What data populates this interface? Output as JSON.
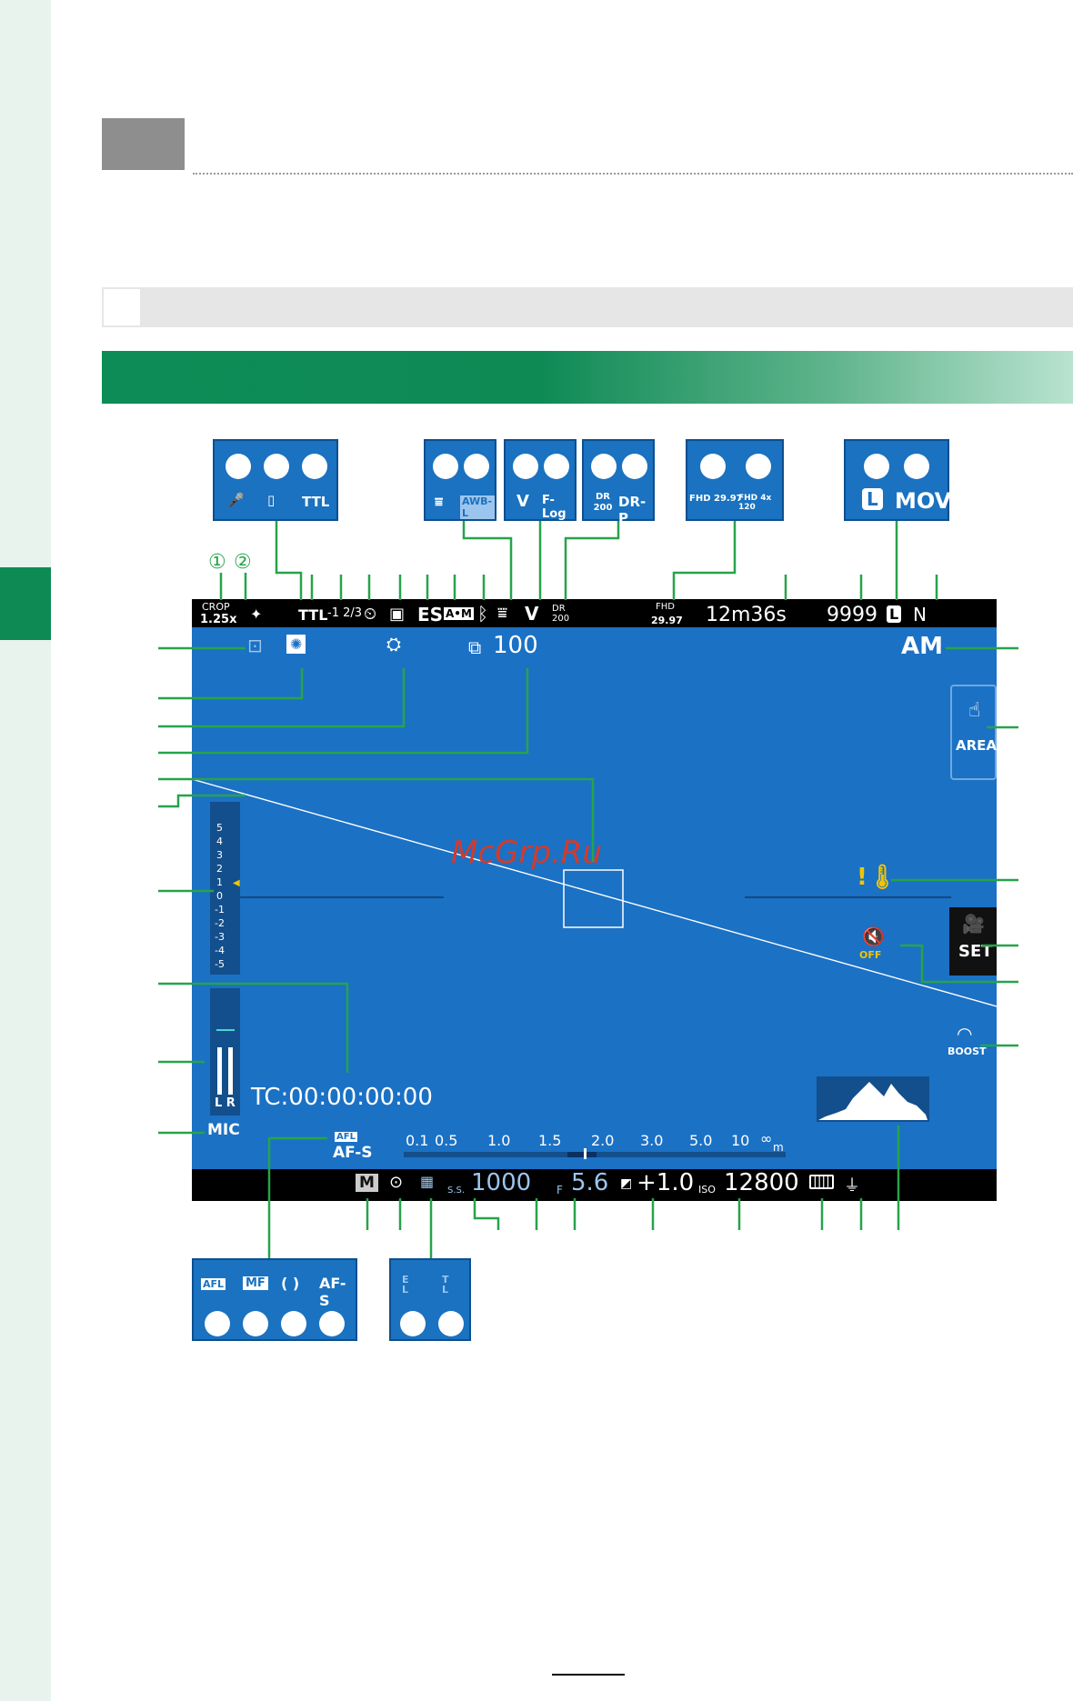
{
  "watermark": "McGrp.Ru",
  "callouts_top": [
    {
      "icons": [
        "mic-icon",
        "remote-icon",
        "flash-ttl-icon"
      ],
      "labels": [
        "",
        "",
        "TTL"
      ]
    },
    {
      "icons": [
        "wb-icon",
        "awb-l-icon"
      ],
      "labels": [
        "",
        "AWB-L"
      ]
    },
    {
      "icons": [
        "film-sim-v-icon",
        "f-log-icon"
      ],
      "labels": [
        "V",
        "F-Log"
      ]
    },
    {
      "icons": [
        "dr200-icon",
        "dr-p-icon"
      ],
      "labels": [
        "DR 200",
        "DR-P"
      ]
    },
    {
      "icons": [
        "fhd-2997-icon",
        "fhd-4x-120-icon"
      ],
      "labels": [
        "FHD 29.97",
        "FHD 4x 120"
      ]
    },
    {
      "icons": [
        "size-l-icon",
        "mov-icon"
      ],
      "labels": [
        "L",
        "MOV"
      ]
    }
  ],
  "callouts_bottom": [
    {
      "labels": [
        "AFL",
        "MF",
        "( )",
        "AF-S"
      ]
    },
    {
      "labels": [
        "E L",
        "T L"
      ]
    }
  ],
  "numbers": [
    "①",
    "②"
  ],
  "topbar": {
    "crop_line1": "CROP",
    "crop_line2": "1.25x",
    "flash": "TTL",
    "flash_comp": "-1 2/3",
    "shutter": "ES",
    "auto_manual": "A•M",
    "quality": "FHD",
    "fps": "29.97",
    "rec_time": "12m36s",
    "frames": "9999",
    "size": "L",
    "compression": "N"
  },
  "overlay": {
    "frames_count": "100",
    "am_label": "AM",
    "area_label": "AREA",
    "set_label": "SET",
    "off_label": "OFF",
    "boost_label": "BOOST",
    "timecode": "TC:00:00:00:00",
    "lr_label": "L R",
    "mic_label": "MIC",
    "afl_label": "AFL",
    "afs_label": "AF-S",
    "exposure_scale": [
      "5",
      "4",
      "3",
      "2",
      "1",
      "0",
      "-1",
      "-2",
      "-3",
      "-4",
      "-5"
    ],
    "distance_scale": [
      "0.1",
      "0.5",
      "1.0",
      "1.5",
      "2.0",
      "3.0",
      "5.0",
      "10",
      "∞"
    ],
    "distance_unit": "m"
  },
  "botbar": {
    "mode": "M",
    "ss_label": "S.S.",
    "shutter_speed": "1000",
    "f_label": "F",
    "aperture": "5.6",
    "exp_comp": "+1.0",
    "iso_label": "ISO",
    "iso": "12800"
  }
}
